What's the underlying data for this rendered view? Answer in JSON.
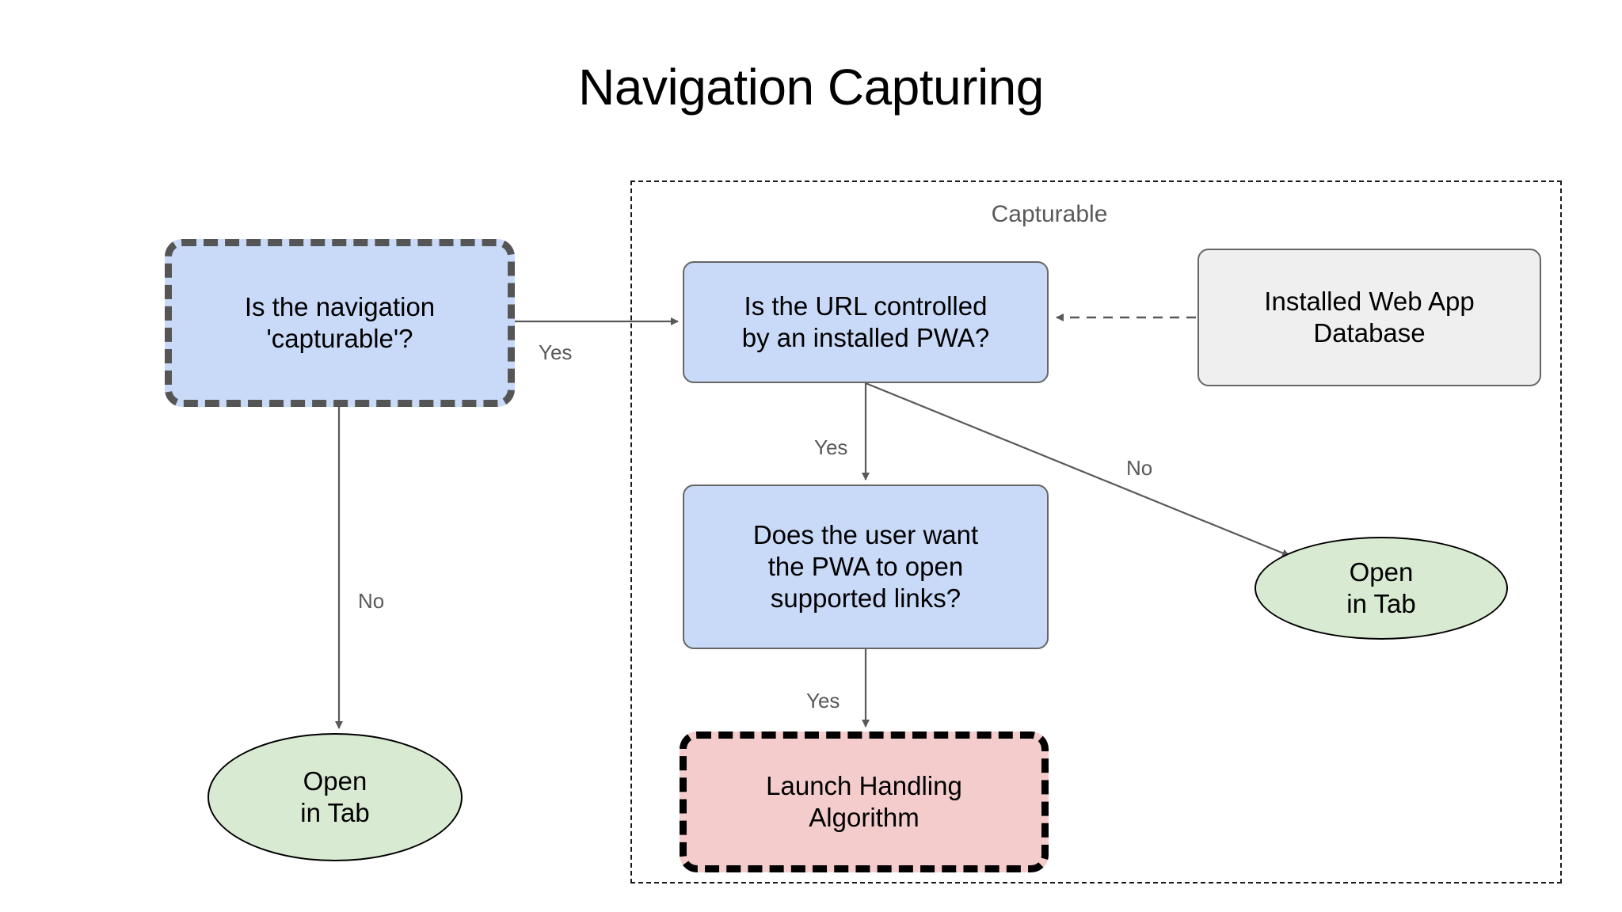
{
  "title": "Navigation Capturing",
  "group": {
    "label": "Capturable"
  },
  "nodes": {
    "is_capturable": {
      "label": "Is the navigation\n'capturable'?",
      "shape": "rounded-rect",
      "fill": "#c9daf8",
      "stroke": "#555555",
      "style": "thick-dashed"
    },
    "is_url_pwa": {
      "label": "Is the URL controlled\nby an installed PWA?",
      "shape": "rounded-rect",
      "fill": "#c9daf8",
      "stroke": "#666666",
      "style": "solid"
    },
    "web_app_db": {
      "label": "Installed Web App\nDatabase",
      "shape": "rounded-rect",
      "fill": "#efefef",
      "stroke": "#666666",
      "style": "solid"
    },
    "user_want": {
      "label": "Does the user want\nthe PWA to open\nsupported links?",
      "shape": "rounded-rect",
      "fill": "#c9daf8",
      "stroke": "#666666",
      "style": "solid"
    },
    "launch_alg": {
      "label": "Launch Handling\nAlgorithm",
      "shape": "rounded-rect",
      "fill": "#f4cccc",
      "stroke": "#000000",
      "style": "thick-dashed"
    },
    "open_tab_left": {
      "label": "Open\nin Tab",
      "shape": "ellipse",
      "fill": "#d9ead3",
      "stroke": "#000000",
      "style": "solid"
    },
    "open_tab_right": {
      "label": "Open\nin Tab",
      "shape": "ellipse",
      "fill": "#d9ead3",
      "stroke": "#000000",
      "style": "solid"
    }
  },
  "edges": [
    {
      "id": "capturable-yes",
      "from": "is_capturable",
      "to": "is_url_pwa",
      "label": "Yes",
      "style": "solid",
      "arrow": "end"
    },
    {
      "id": "capturable-no",
      "from": "is_capturable",
      "to": "open_tab_left",
      "label": "No",
      "style": "solid",
      "arrow": "end"
    },
    {
      "id": "pwa-yes",
      "from": "is_url_pwa",
      "to": "user_want",
      "label": "Yes",
      "style": "solid",
      "arrow": "end"
    },
    {
      "id": "pwa-no",
      "from": "is_url_pwa",
      "to": "open_tab_right",
      "label": "No",
      "style": "solid",
      "arrow": "end"
    },
    {
      "id": "userwant-yes",
      "from": "user_want",
      "to": "launch_alg",
      "label": "Yes",
      "style": "solid",
      "arrow": "end"
    },
    {
      "id": "db-lookup",
      "from": "web_app_db",
      "to": "is_url_pwa",
      "label": "",
      "style": "dashed",
      "arrow": "end"
    }
  ],
  "colors": {
    "blue_fill": "#c9daf8",
    "green_fill": "#d9ead3",
    "pink_fill": "#f4cccc",
    "grey_fill": "#efefef",
    "edge_stroke": "#595959",
    "label_text": "#595959",
    "node_text": "#000000",
    "background": "#ffffff"
  }
}
